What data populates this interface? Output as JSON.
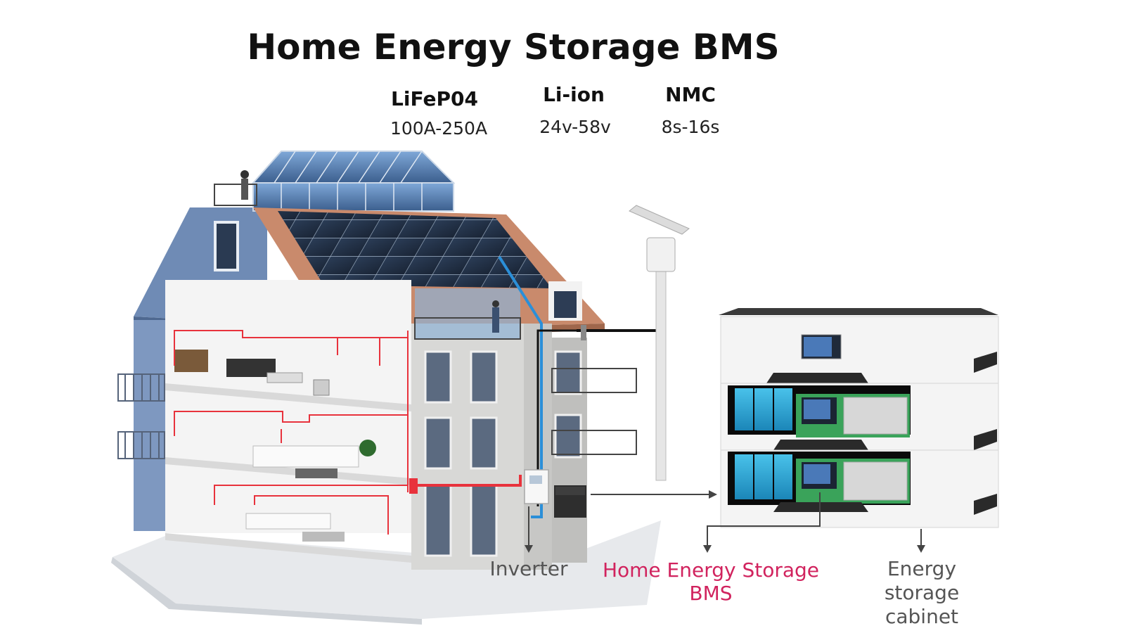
{
  "title": "Home Energy Storage BMS",
  "specs": [
    {
      "name": "LiFeP04",
      "value": "100A-250A"
    },
    {
      "name": "Li-ion",
      "value": "24v-58v"
    },
    {
      "name": "NMC",
      "value": "8s-16s"
    }
  ],
  "labels": {
    "inverter": "Inverter",
    "bms": "Home Energy Storage BMS",
    "cabinet": "Energy storage cabinet"
  },
  "colors": {
    "wire_red": "#e8323c",
    "wire_blue": "#2b8fd8",
    "wire_black": "#111111",
    "label_accent": "#d1235e",
    "roof": "#c98a6c",
    "wall_blue": "#6f8bb5",
    "battery_cell": "#2fa8d4",
    "pcb_green": "#3aa35a"
  }
}
